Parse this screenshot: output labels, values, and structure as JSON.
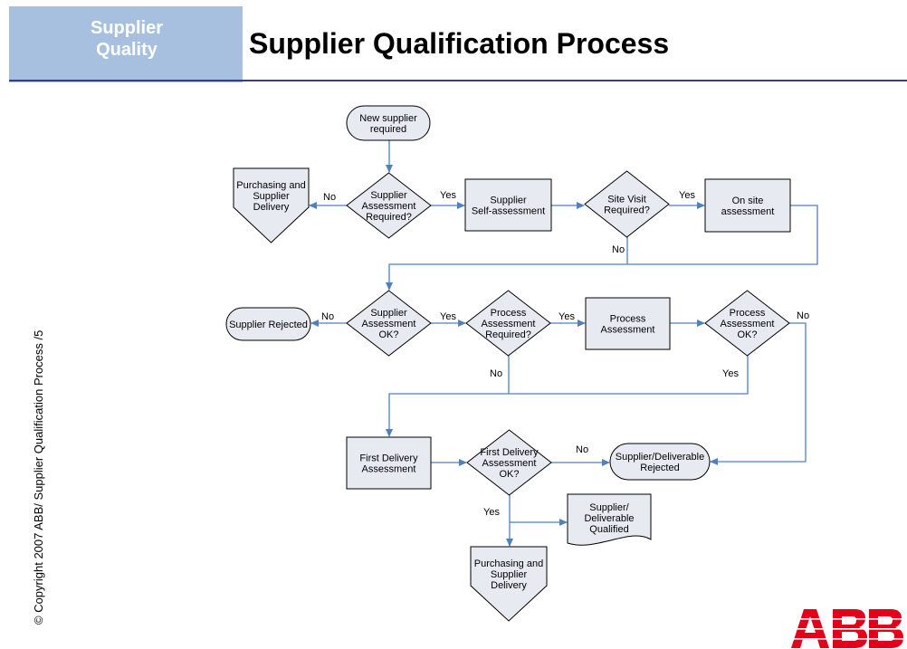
{
  "header": {
    "badge": [
      "Supplier",
      "Quality"
    ],
    "title": "Supplier Qualification Process"
  },
  "footer": {
    "copyright": "© Copyright 2007 ABB/ Supplier Qualification Process /5",
    "logo": "ABB"
  },
  "colors": {
    "shape_fill": "#e8eaf2",
    "connector": "#4f81bd",
    "badge": "#a8c0e0",
    "title_rule": "#3a3f7a",
    "logo": "#e2001a"
  },
  "nodes": [
    {
      "id": "new-supplier",
      "shape": "terminator",
      "lines": [
        "New supplier",
        "required"
      ]
    },
    {
      "id": "purchasing-top",
      "shape": "offpage",
      "lines": [
        "Purchasing and",
        "Supplier",
        "Delivery"
      ]
    },
    {
      "id": "assess-required",
      "shape": "decision",
      "lines": [
        "Supplier",
        "Assessment",
        "Required?"
      ]
    },
    {
      "id": "self-assessment",
      "shape": "process",
      "lines": [
        "Supplier",
        "Self-assessment"
      ]
    },
    {
      "id": "site-visit",
      "shape": "decision",
      "lines": [
        "Site Visit",
        "Required?"
      ]
    },
    {
      "id": "onsite",
      "shape": "process",
      "lines": [
        "On site",
        "assessment"
      ]
    },
    {
      "id": "supplier-rejected",
      "shape": "terminator",
      "lines": [
        "Supplier Rejected"
      ]
    },
    {
      "id": "assess-ok",
      "shape": "decision",
      "lines": [
        "Supplier",
        "Assessment",
        "OK?"
      ]
    },
    {
      "id": "process-required",
      "shape": "decision",
      "lines": [
        "Process",
        "Assessment",
        "Required?"
      ]
    },
    {
      "id": "process-assess",
      "shape": "process",
      "lines": [
        "Process",
        "Assessment"
      ]
    },
    {
      "id": "process-ok",
      "shape": "decision",
      "lines": [
        "Process",
        "Assessment",
        "OK?"
      ]
    },
    {
      "id": "first-delivery",
      "shape": "process",
      "lines": [
        "First Delivery",
        "Assessment"
      ]
    },
    {
      "id": "first-delivery-ok",
      "shape": "decision",
      "lines": [
        "First Delivery",
        "Assessment",
        "OK?"
      ]
    },
    {
      "id": "deliverable-rejected",
      "shape": "terminator",
      "lines": [
        "Supplier/Deliverable",
        "Rejected"
      ]
    },
    {
      "id": "qualified",
      "shape": "document",
      "lines": [
        "Supplier/",
        "Deliverable",
        "Qualified"
      ]
    },
    {
      "id": "purchasing-bottom",
      "shape": "offpage",
      "lines": [
        "Purchasing and",
        "Supplier",
        "Delivery"
      ]
    }
  ],
  "edge_labels": [
    {
      "id": "assess-required-no",
      "text": "No"
    },
    {
      "id": "assess-required-yes",
      "text": "Yes"
    },
    {
      "id": "site-visit-yes",
      "text": "Yes"
    },
    {
      "id": "site-visit-no",
      "text": "No"
    },
    {
      "id": "assess-ok-no",
      "text": "No"
    },
    {
      "id": "assess-ok-yes",
      "text": "Yes"
    },
    {
      "id": "process-required-yes",
      "text": "Yes"
    },
    {
      "id": "process-required-no",
      "text": "No"
    },
    {
      "id": "process-ok-no",
      "text": "No"
    },
    {
      "id": "process-ok-yes",
      "text": "Yes"
    },
    {
      "id": "first-delivery-ok-no",
      "text": "No"
    },
    {
      "id": "first-delivery-ok-yes",
      "text": "Yes"
    }
  ]
}
